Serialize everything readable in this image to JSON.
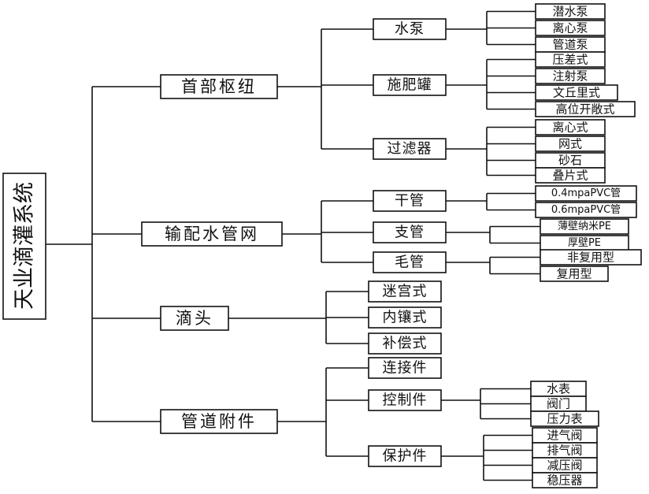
{
  "root": {
    "label": "天业滴灌系统"
  },
  "categories": [
    {
      "label": "首部枢纽",
      "children": [
        {
          "label": "水泵",
          "leaves": [
            "潜水泵",
            "离心泵",
            "管道泵"
          ]
        },
        {
          "label": "施肥罐",
          "leaves": [
            "压差式",
            "注射泵",
            "文丘里式",
            "高位开敞式"
          ]
        },
        {
          "label": "过滤器",
          "leaves": [
            "离心式",
            "网式",
            "砂石",
            "叠片式"
          ]
        }
      ]
    },
    {
      "label": "输配水管网",
      "children": [
        {
          "label": "干管",
          "leaves": [
            "0.4mpaPVC管",
            "0.6mpaPVC管"
          ]
        },
        {
          "label": "支管",
          "leaves": [
            "薄壁纳米PE",
            "厚壁PE"
          ]
        },
        {
          "label": "毛管",
          "leaves": [
            "非复用型",
            "复用型"
          ]
        }
      ]
    },
    {
      "label": "滴头",
      "children": [
        {
          "label": "迷宫式",
          "leaves": []
        },
        {
          "label": "内镶式",
          "leaves": []
        },
        {
          "label": "补偿式",
          "leaves": []
        }
      ]
    },
    {
      "label": "管道附件",
      "children": [
        {
          "label": "连接件",
          "leaves": []
        },
        {
          "label": "控制件",
          "leaves": [
            "水表",
            "阀门",
            "压力表"
          ]
        },
        {
          "label": "保护件",
          "leaves": [
            "进气阀",
            "排气阀",
            "减压阀",
            "稳压器"
          ]
        }
      ]
    }
  ]
}
